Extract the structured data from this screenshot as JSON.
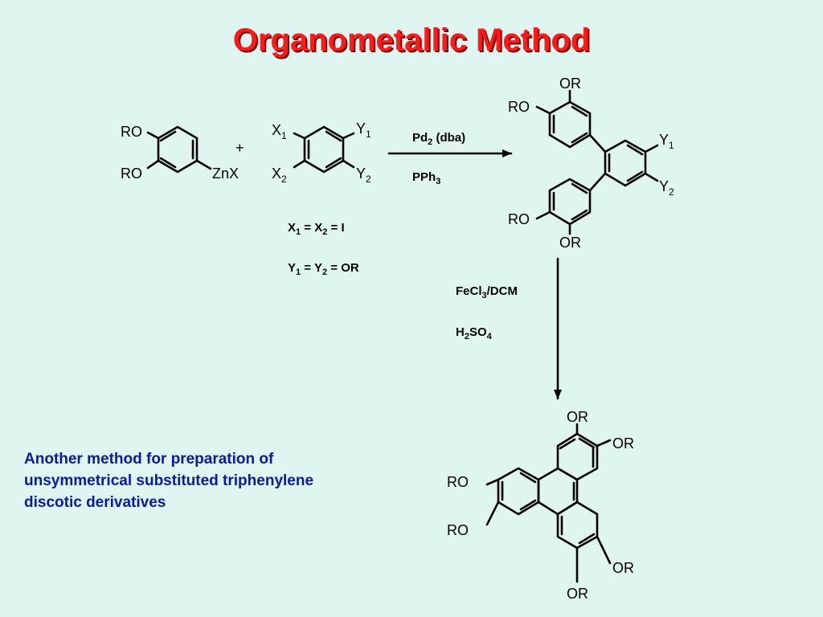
{
  "title": "Organometallic Method",
  "caption_lines": [
    "Another method for preparation  of",
    "unsymmetrical substituted triphenylene",
    "discotic derivatives"
  ],
  "reagent_1": {
    "sub_top": "RO",
    "sub_bottom": "RO",
    "metal": "ZnX"
  },
  "plus": "+",
  "reagent_2": {
    "x1": {
      "base": "X",
      "sub": "1"
    },
    "x2": {
      "base": "X",
      "sub": "2"
    },
    "y1": {
      "base": "Y",
      "sub": "1"
    },
    "y2": {
      "base": "Y",
      "sub": "2"
    }
  },
  "definitions": {
    "x_def": {
      "a": "X",
      "a_sub": "1",
      "mid": " = X",
      "b_sub": "2",
      "tail": " = I"
    },
    "y_def": {
      "a": "Y",
      "a_sub": "1",
      "mid": " = Y",
      "b_sub": "2",
      "tail": " = OR"
    }
  },
  "step1": {
    "reagent_a": {
      "pre": "Pd",
      "sub": "2",
      "post": " (dba)"
    },
    "reagent_b": {
      "pre": "PPh",
      "sub": "3"
    }
  },
  "intermediate": {
    "or_label": "OR",
    "ro_label": "RO",
    "y1": {
      "base": "Y",
      "sub": "1"
    },
    "y2": {
      "base": "Y",
      "sub": "2"
    }
  },
  "step2": {
    "reagent_a": {
      "pre": "FeCl",
      "sub": "3",
      "post": "/DCM"
    },
    "reagent_b": {
      "pre": "H",
      "sub": "2",
      "mid": "SO",
      "sub2": "4"
    }
  },
  "product": {
    "or_label": "OR",
    "ro_label": "RO"
  },
  "colors": {
    "background": "#dff5ef",
    "title": "#ff1a1a",
    "caption": "#0a1aa8"
  }
}
